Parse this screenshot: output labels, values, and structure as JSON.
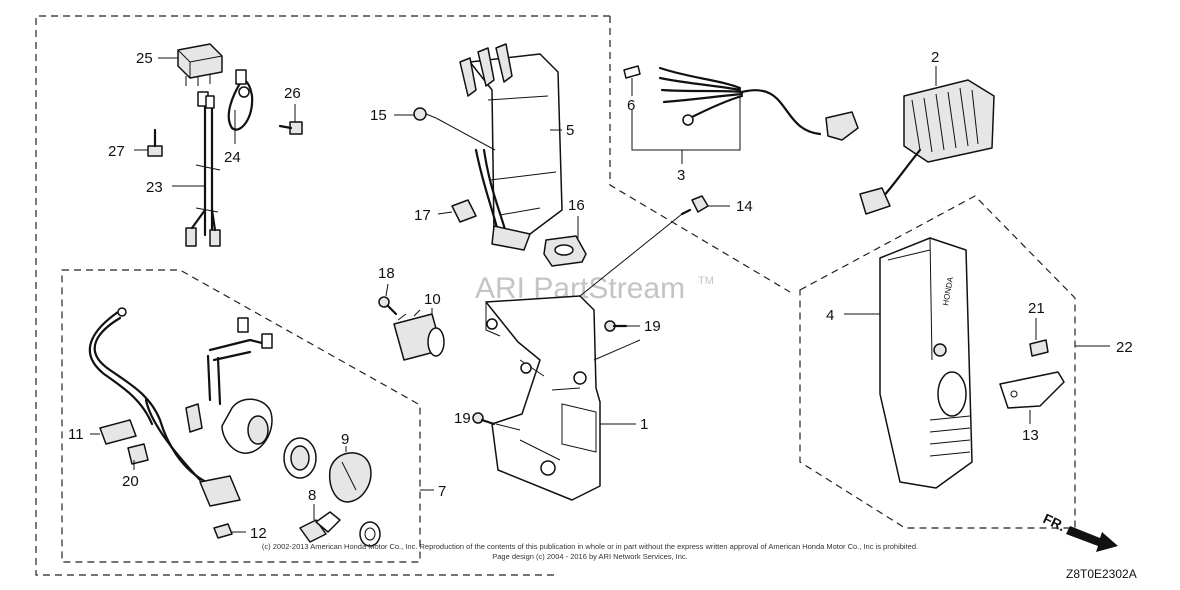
{
  "callouts": [
    {
      "id": "c1",
      "text": "1"
    },
    {
      "id": "c2",
      "text": "2"
    },
    {
      "id": "c3",
      "text": "3"
    },
    {
      "id": "c4",
      "text": "4"
    },
    {
      "id": "c5",
      "text": "5"
    },
    {
      "id": "c6",
      "text": "6"
    },
    {
      "id": "c7",
      "text": "7"
    },
    {
      "id": "c8",
      "text": "8"
    },
    {
      "id": "c9",
      "text": "9"
    },
    {
      "id": "c10",
      "text": "10"
    },
    {
      "id": "c11",
      "text": "11"
    },
    {
      "id": "c12",
      "text": "12"
    },
    {
      "id": "c13",
      "text": "13"
    },
    {
      "id": "c14",
      "text": "14"
    },
    {
      "id": "c15",
      "text": "15"
    },
    {
      "id": "c16",
      "text": "16"
    },
    {
      "id": "c17",
      "text": "17"
    },
    {
      "id": "c18",
      "text": "18"
    },
    {
      "id": "c19a",
      "text": "19"
    },
    {
      "id": "c19b",
      "text": "19"
    },
    {
      "id": "c20",
      "text": "20"
    },
    {
      "id": "c21",
      "text": "21"
    },
    {
      "id": "c22",
      "text": "22"
    },
    {
      "id": "c23",
      "text": "23"
    },
    {
      "id": "c24",
      "text": "24"
    },
    {
      "id": "c25",
      "text": "25"
    },
    {
      "id": "c26",
      "text": "26"
    },
    {
      "id": "c27",
      "text": "27"
    }
  ],
  "watermark": "ARI PartStream",
  "watermark_tm": "TM",
  "copyright_line1": "(c) 2002-2013 American Honda Motor Co., Inc. Reproduction of the contents of this publication in whole or in part without the express written approval of American Honda Motor Co., Inc is prohibited.",
  "copyright_line2": "Page design (c) 2004 - 2016 by ARI Network Services, Inc.",
  "direction_label": "FR.",
  "diagram_code": "Z8T0E2302A",
  "cover_brand": "HONDA"
}
